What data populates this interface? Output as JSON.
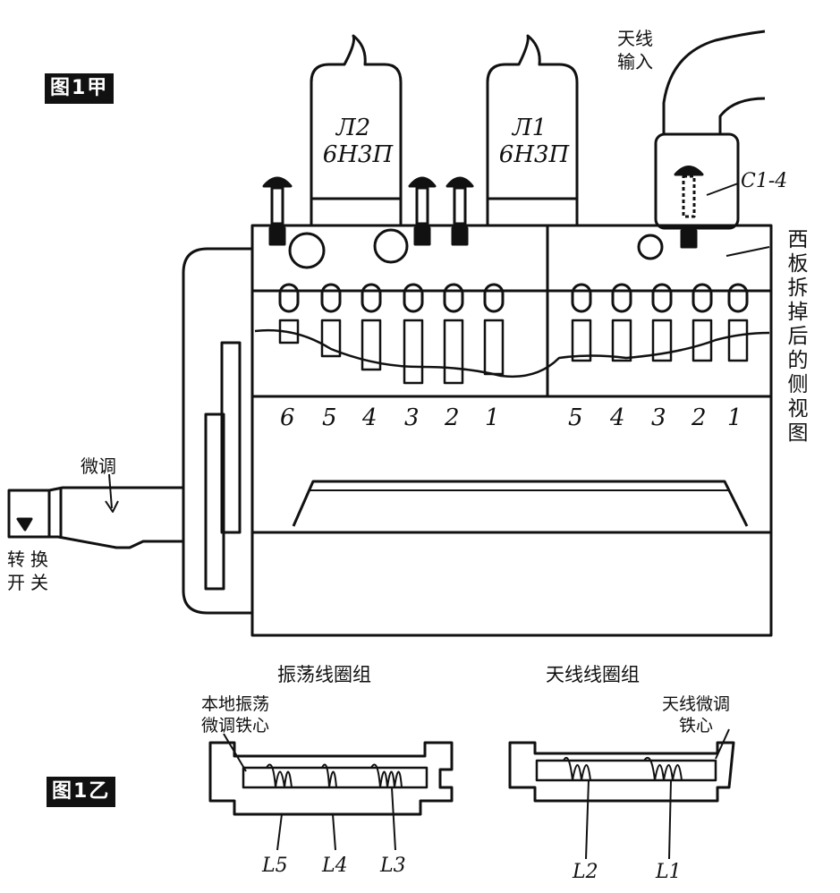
{
  "figure1": {
    "tag": "图1甲"
  },
  "figure2": {
    "tag": "图1乙"
  },
  "tubes": [
    {
      "name": "Л2",
      "type": "6Н3П"
    },
    {
      "name": "Л1",
      "type": "6Н3П"
    }
  ],
  "antenna_input": "天线\n输入",
  "capacitor": "C1-4",
  "side_note": "西板拆掉后的侧视图",
  "fine_tune": "微调",
  "band_switch": "转换\n开关",
  "left_numbers": [
    "6",
    "5",
    "4",
    "3",
    "2",
    "1"
  ],
  "right_numbers": [
    "5",
    "4",
    "3",
    "2",
    "1"
  ],
  "osc_group": "振荡线圈组",
  "ant_group": "天线线圈组",
  "osc_core": "本地振荡\n微调铁心",
  "ant_core": "天线微调\n铁心",
  "coils_left": [
    "L5",
    "L4",
    "L3"
  ],
  "coils_right": [
    "L2",
    "L1"
  ]
}
